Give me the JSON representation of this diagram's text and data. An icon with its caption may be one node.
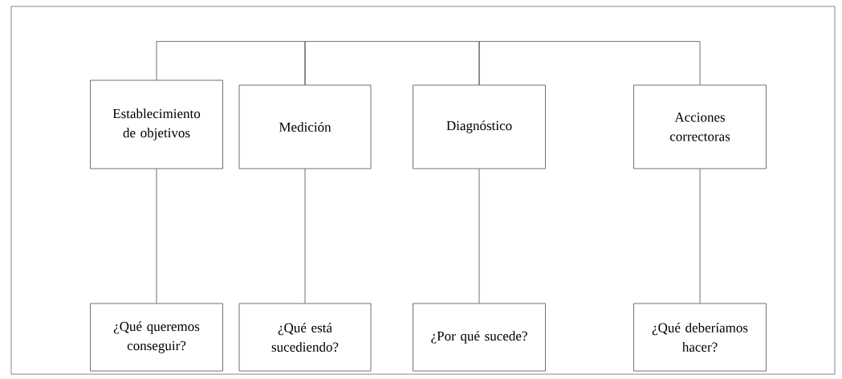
{
  "diagram": {
    "nodes": [
      {
        "text": [
          "Establecimiento de objetivos"
        ]
      },
      {
        "text": [
          "Medición"
        ]
      },
      {
        "text": [
          "Diagnóstico"
        ]
      },
      {
        "text": [
          "Acciones correctoras"
        ]
      },
      {
        "text": [
          "¿Qué queremos conseguir?"
        ]
      },
      {
        "text": [
          "¿Qué está sucediendo?"
        ]
      },
      {
        "text": [
          "¿Por qué sucede?"
        ]
      },
      {
        "text": [
          "¿Qué deberíamos hacer?"
        ]
      }
    ],
    "edges": [
      {
        "from": 0,
        "to": 1,
        "arrow": "none"
      },
      {
        "from": 1,
        "to": 2,
        "arrow": "none"
      },
      {
        "from": 2,
        "to": 3,
        "arrow": "none"
      },
      {
        "from": 0,
        "to": 4,
        "arrow": "none"
      },
      {
        "from": 1,
        "to": 5,
        "arrow": "none"
      },
      {
        "from": 2,
        "to": 6,
        "arrow": "none"
      },
      {
        "from": 3,
        "to": 7,
        "arrow": "none"
      }
    ]
  }
}
